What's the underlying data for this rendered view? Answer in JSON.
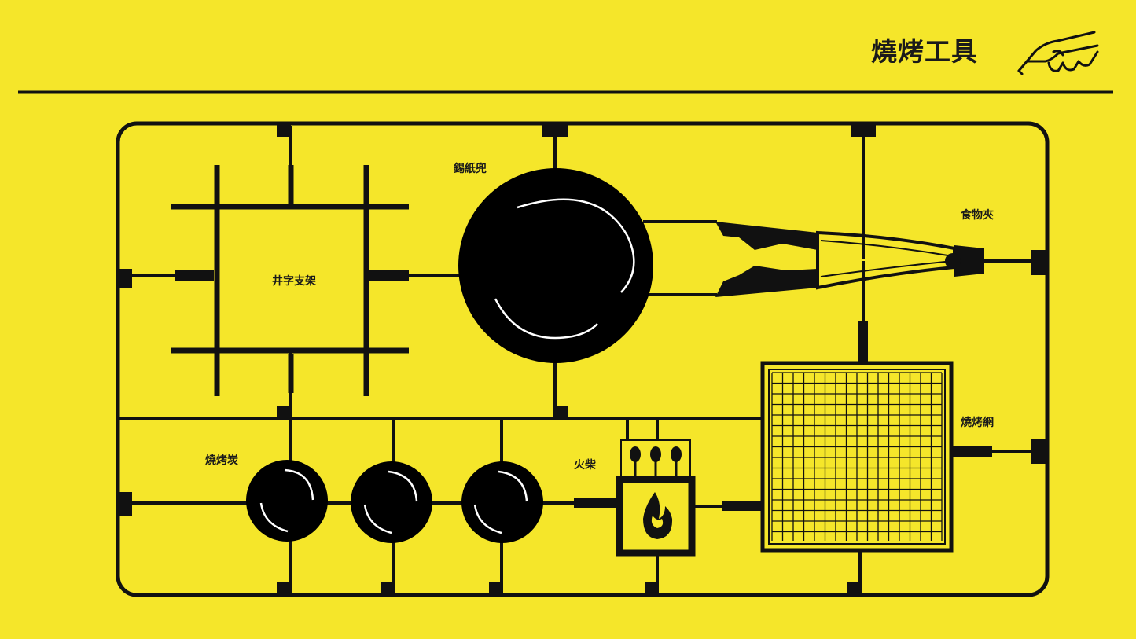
{
  "header": {
    "title": "燒烤工具"
  },
  "parts": {
    "grill_stand": "井字支架",
    "foil_bowl": "錫紙兜",
    "tongs": "食物夾",
    "charcoal": "燒烤炭",
    "matches": "火柴",
    "grill_net": "燒烤網"
  },
  "icons": {
    "logo": "pointing-hand-icon",
    "fire": "flame-icon"
  },
  "colors": {
    "background": "#F5E62A",
    "ink": "#111111"
  }
}
